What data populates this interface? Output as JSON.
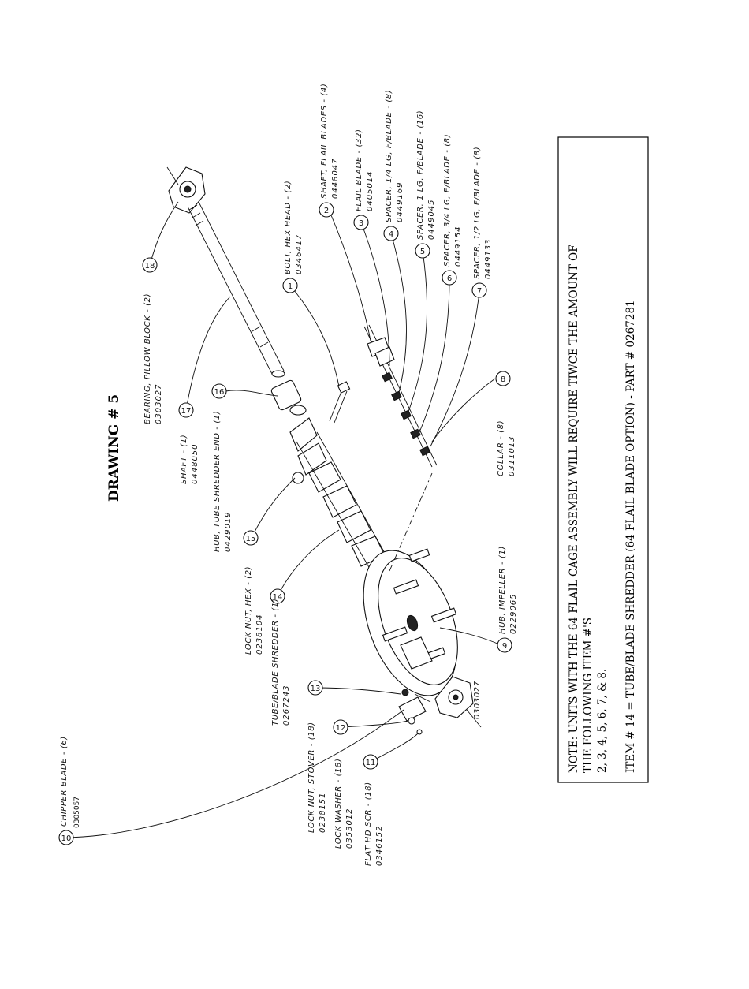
{
  "drawing_title": "DRAWING # 5",
  "doc_code": "0305057",
  "extra_label": "0303027",
  "items": [
    {
      "n": "1",
      "desc": "BOLT, HEX HEAD - (2)",
      "part": "0346417"
    },
    {
      "n": "2",
      "desc": "SHAFT, FLAIL BLADES - (4)",
      "part": "0448047"
    },
    {
      "n": "3",
      "desc": "FLAIL BLADE - (32)",
      "part": "0405014"
    },
    {
      "n": "4",
      "desc": "SPACER, 1/4 LG, F/BLADE - (8)",
      "part": "0449169"
    },
    {
      "n": "5",
      "desc": "SPACER, 1 LG, F/BLADE - (16)",
      "part": "0449045"
    },
    {
      "n": "6",
      "desc": "SPACER, 3/4 LG, F/BLADE - (8)",
      "part": "0449154"
    },
    {
      "n": "7",
      "desc": "SPACER, 1/2 LG, F/BLADE - (8)",
      "part": "0449133"
    },
    {
      "n": "8",
      "desc": "COLLAR - (8)",
      "part": "0311013"
    },
    {
      "n": "9",
      "desc": "HUB, IMPELLER - (1)",
      "part": "0229065"
    },
    {
      "n": "10",
      "desc": "CHIPPER BLADE - (6)",
      "part": ""
    },
    {
      "n": "11",
      "desc": "FLAT HD SCR - (18)",
      "part": "0346152"
    },
    {
      "n": "12",
      "desc": "LOCK WASHER - (18)",
      "part": "0353012"
    },
    {
      "n": "13",
      "desc": "LOCK NUT, STOVER - (18)",
      "part": "0238151"
    },
    {
      "n": "14",
      "desc": "TUBE/BLADE SHREDDER - (1)",
      "part": "0267243"
    },
    {
      "n": "15",
      "desc": "LOCK NUT, HEX - (2)",
      "part": "0238104"
    },
    {
      "n": "16",
      "desc": "HUB, TUBE SHREDDER END - (1)",
      "part": "0429019"
    },
    {
      "n": "17",
      "desc": "SHAFT - (1)",
      "part": "0448050"
    },
    {
      "n": "18",
      "desc": "BEARING, PILLOW BLOCK - (2)",
      "part": "0303027"
    }
  ],
  "note": {
    "line1": "NOTE:  UNITS WITH THE 64 FLAIL CAGE ASSEMBLY WILL REQUIRE TIWCE THE AMOUNT OF",
    "line2": "THE FOLLOWING ITEM #'S",
    "line3": "2, 3, 4, 5, 6, 7, & 8.",
    "line4": "ITEM # 14 = TUBE/BLADE SHREDDER (64 FLAIL BLADE OPTION)  - PART # 0267281"
  }
}
